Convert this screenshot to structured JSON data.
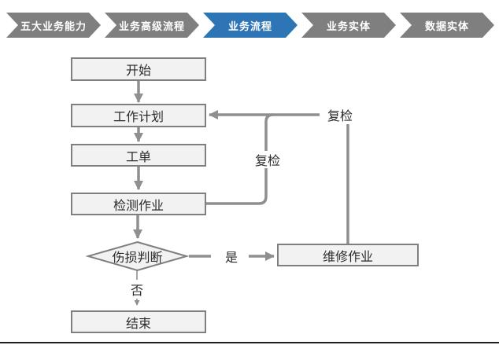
{
  "nav": {
    "items": [
      {
        "label": "五大业务能力",
        "active": false
      },
      {
        "label": "业务高级流程",
        "active": false
      },
      {
        "label": "业务流程",
        "active": true
      },
      {
        "label": "业务实体",
        "active": false
      },
      {
        "label": "数据实体",
        "active": false
      }
    ],
    "active_color": "#2E75B6",
    "inactive_color": "#7F7F7F"
  },
  "flowchart": {
    "nodes": {
      "start": "开始",
      "work_plan": "工作计划",
      "work_order": "工单",
      "inspection": "检测作业",
      "damage_decision": "伤损判断",
      "repair": "维修作业",
      "end": "结束"
    },
    "edge_labels": {
      "recheck_from_inspection": "复检",
      "recheck_from_repair": "复检",
      "yes": "是",
      "no": "否"
    },
    "colors": {
      "node_fill": "#F2F2F2",
      "node_border": "#7F7F7F",
      "connector": "#8F8F8F",
      "text": "#2B2B2B"
    }
  }
}
